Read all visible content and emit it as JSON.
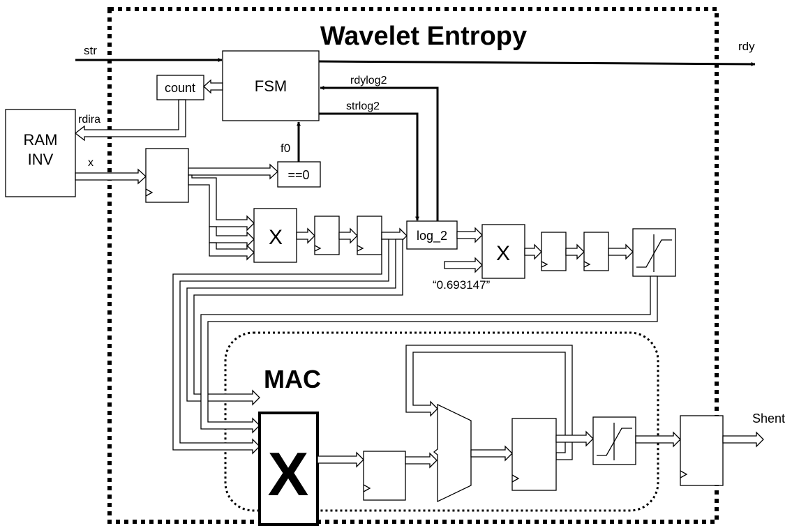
{
  "title": "Wavelet Entropy",
  "mac_title": "MAC",
  "blocks": {
    "fsm": "FSM",
    "count": "count",
    "ram": [
      "RAM",
      "INV"
    ],
    "zero_check": "==0",
    "multiplier": "X",
    "log2": "log_2",
    "mac_multiplier": "X"
  },
  "signals": {
    "str": "str",
    "rdy": "rdy",
    "rdira": "rdira",
    "x": "x",
    "rdylog2": "rdylog2",
    "strlog2": "strlog2",
    "f0": "f0",
    "constant": "“0.693147”",
    "shent": "Shent"
  }
}
